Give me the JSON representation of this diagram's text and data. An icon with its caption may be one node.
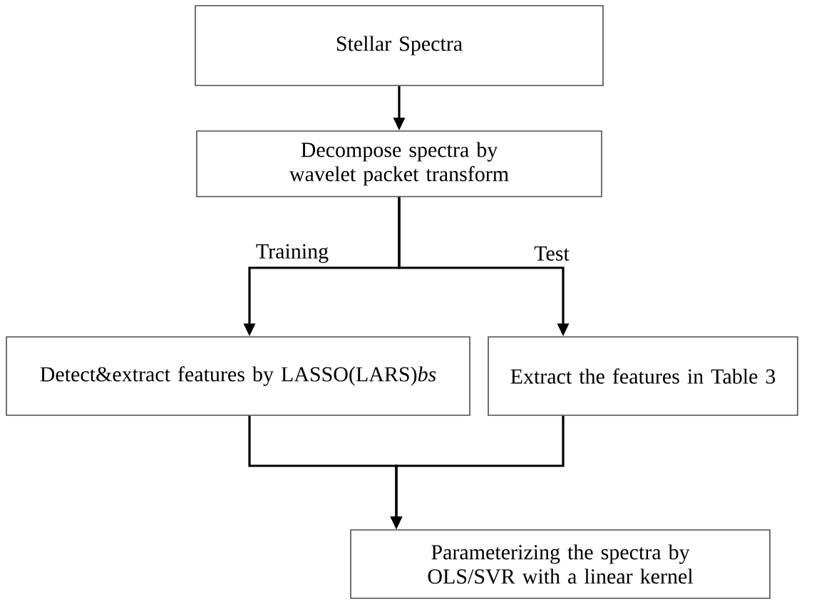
{
  "diagram": {
    "nodes": [
      {
        "text": [
          "Stellar Spectra"
        ]
      },
      {
        "text": [
          "Decompose spectra by wavelet packet transform"
        ]
      },
      {
        "text": [
          "Detect&extract features by LASSO(LARS)*bs*"
        ]
      },
      {
        "text": [
          "Extract the features in Table 3"
        ]
      },
      {
        "text": [
          "Parameterizing the spectra by OLS/SVR with a linear kernel"
        ]
      }
    ],
    "edges": [
      {
        "from": 0,
        "to": 1,
        "arrow": "to"
      },
      {
        "from": 1,
        "to": 2,
        "arrow": "to",
        "label": "Training"
      },
      {
        "from": 1,
        "to": 3,
        "arrow": "to",
        "label": "Test"
      },
      {
        "from": 2,
        "to": 4,
        "arrow": "to"
      },
      {
        "from": 3,
        "to": 4,
        "arrow": "to"
      }
    ]
  }
}
